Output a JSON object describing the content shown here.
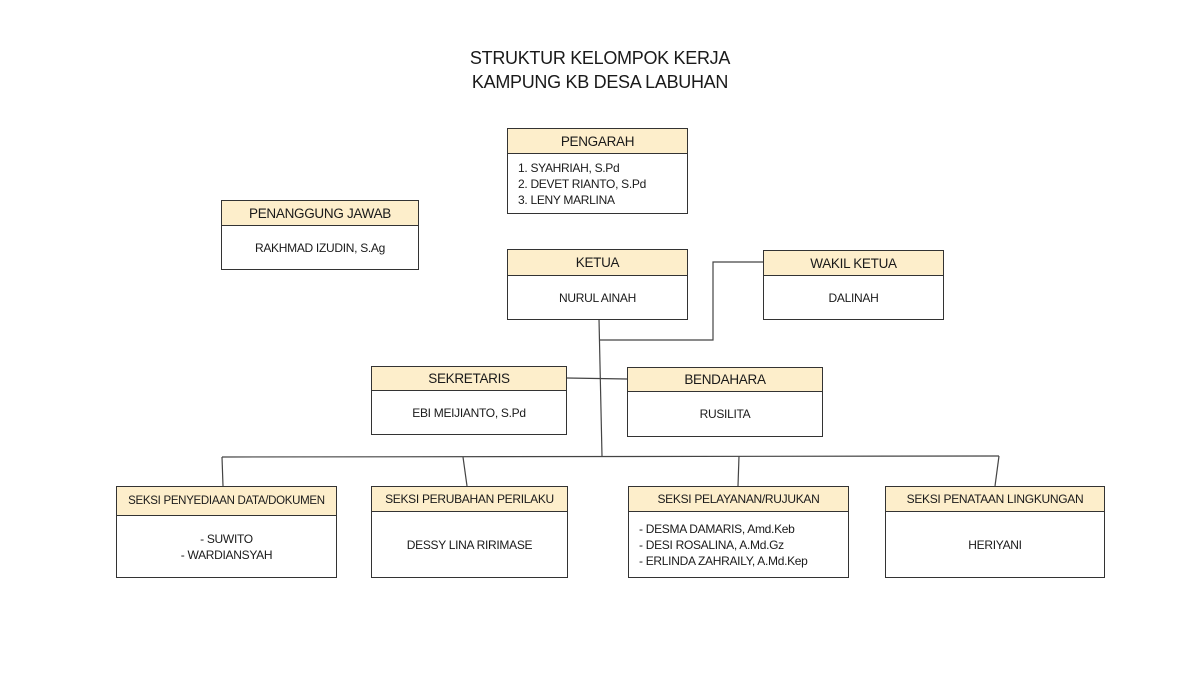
{
  "title": {
    "line1": "STRUKTUR KELOMPOK KERJA",
    "line2": "KAMPUNG KB DESA LABUHAN"
  },
  "nodes": {
    "pengarah": {
      "role": "PENGARAH",
      "members": [
        "1. SYAHRIAH, S.Pd",
        "2. DEVET RIANTO, S.Pd",
        "3. LENY MARLINA"
      ]
    },
    "penanggung_jawab": {
      "role": "PENANGGUNG JAWAB",
      "members": [
        "RAKHMAD IZUDIN, S.Ag"
      ]
    },
    "ketua": {
      "role": "KETUA",
      "members": [
        "NURUL AINAH"
      ]
    },
    "wakil_ketua": {
      "role": "WAKIL KETUA",
      "members": [
        "DALINAH"
      ]
    },
    "sekretaris": {
      "role": "SEKRETARIS",
      "members": [
        "EBI MEIJIANTO, S.Pd"
      ]
    },
    "bendahara": {
      "role": "BENDAHARA",
      "members": [
        "RUSILITA"
      ]
    },
    "seksi_data": {
      "role": "SEKSI PENYEDIAAN DATA/DOKUMEN",
      "members": [
        "- SUWITO",
        "- WARDIANSYAH"
      ]
    },
    "seksi_perilaku": {
      "role": "SEKSI PERUBAHAN PERILAKU",
      "members": [
        "DESSY LINA RIRIMASE"
      ]
    },
    "seksi_pelayanan": {
      "role": "SEKSI PELAYANAN/RUJUKAN",
      "members": [
        "- DESMA DAMARIS, Amd.Keb",
        "- DESI ROSALINA, A.Md.Gz",
        "- ERLINDA ZAHRAILY, A.Md.Kep"
      ]
    },
    "seksi_lingkungan": {
      "role": "SEKSI PENATAAN LINGKUNGAN",
      "members": [
        "HERIYANI"
      ]
    }
  },
  "colors": {
    "header_fill": "#fdeecb",
    "border": "#333333",
    "connector": "#444444"
  }
}
